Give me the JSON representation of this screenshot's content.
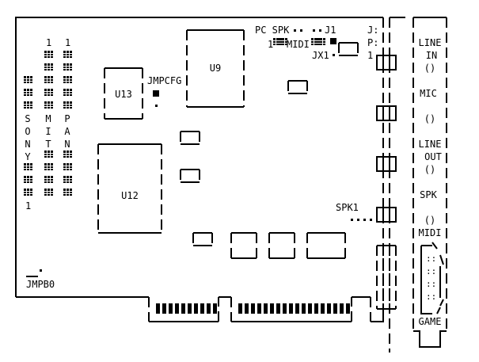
{
  "board": {
    "ics": {
      "u9": "U9",
      "u12": "U12",
      "u13": "U13"
    },
    "jumpers": {
      "jmpcfg": "JMPCFG",
      "jmpb0": "JMPB0",
      "jx1": "JX1",
      "j1": "J1",
      "spk1": "SPK1"
    },
    "header_labels": {
      "pc_spk": "PC SPK",
      "midi_pin1": "1",
      "midi": "MIDI"
    },
    "cdrom_headers": [
      {
        "name": "sony",
        "label_letters": [
          "S",
          "O",
          "N",
          "Y"
        ],
        "pin1": "1",
        "pin1_position": "bottom"
      },
      {
        "name": "mitsumi",
        "label_letters": [
          "M",
          "I",
          "T"
        ],
        "pin1": "1",
        "pin1_position": "top"
      },
      {
        "name": "panasonic",
        "label_letters": [
          "P",
          "A",
          "N"
        ],
        "pin1": "1",
        "pin1_position": "top"
      }
    ],
    "jp_label": [
      "J:",
      "P:",
      "1"
    ]
  },
  "bracket": {
    "ports": [
      {
        "name": "line-in",
        "lines": [
          "LINE",
          "IN"
        ],
        "jack": "()"
      },
      {
        "name": "mic",
        "lines": [
          "MIC"
        ],
        "jack": "()"
      },
      {
        "name": "line-out",
        "lines": [
          "LINE",
          "OUT"
        ],
        "jack": "()"
      },
      {
        "name": "spk",
        "lines": [
          "SPK"
        ],
        "jack": "()"
      }
    ],
    "midi_label": "MIDI",
    "game_label": "GAME",
    "dsub_rows": [
      ":: \\",
      "::",
      "::",
      ":: /"
    ]
  },
  "edge_connector": {
    "short_segment_pins": 10,
    "long_segment_pins": 18
  }
}
